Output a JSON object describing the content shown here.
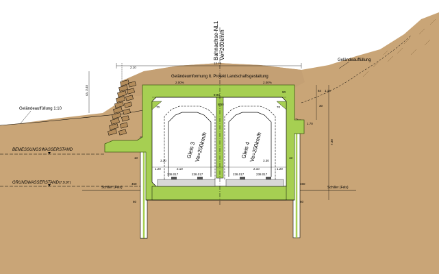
{
  "colors": {
    "soil": "#c9a577",
    "soil_dark": "#b38c5b",
    "concrete": "#a6cf52",
    "concrete_edge": "#3d5a12",
    "line": "#000000",
    "paper": "#ffffff"
  },
  "labels": {
    "axis_title": "Bahnachse-NL1",
    "axis_speed": "Ve=200km/h",
    "fill_right": "Geländeauffüllung",
    "fill_left": "Geländeauffüllung 1:10",
    "reshaping": "Geländeumformung It. Projekt Landschaftsgestaltung",
    "design_water": "BEMESSUNGSWASSERSTAND",
    "ground_water": "GRUNDWASSERSTAND",
    "ground_water_date": "(7.9.97)",
    "rock_left": "Schiller (Fels)",
    "rock_right": "Schiller (Fels)",
    "track3": "Gleis 3",
    "track4": "Gleis 4",
    "track_speed": "Ve=200km/h"
  },
  "dimensions": {
    "top_total": "12.70",
    "offset_top_left": "2.10",
    "slope_height": "ca. 3.45",
    "cover_left": "2.00%",
    "cover_right": "2.00%",
    "inner_span_left": "9.90",
    "inner_span_right": "6.50",
    "wall_left": "70",
    "wall_right": "70",
    "roof_thickness": "90",
    "height_right": "7.30",
    "right_a": "84",
    "right_b": "1.14",
    "right_c": "30",
    "right_d": "1.70",
    "left_edge": "1.20",
    "left_inner": "2.10",
    "left_track_gap": "3.30",
    "right_track_gap": "3.30",
    "right_inner": "2.10",
    "right_edge": "1.20",
    "rail_left_1": "238.017",
    "rail_left_2": "238.017",
    "rail_right_1": "238.017",
    "rail_right_2": "238.017",
    "floor_left": "10",
    "floor_right": "10",
    "side_left": "460",
    "side_right": "460",
    "bottom_left": "60",
    "bottom_right": "60"
  }
}
